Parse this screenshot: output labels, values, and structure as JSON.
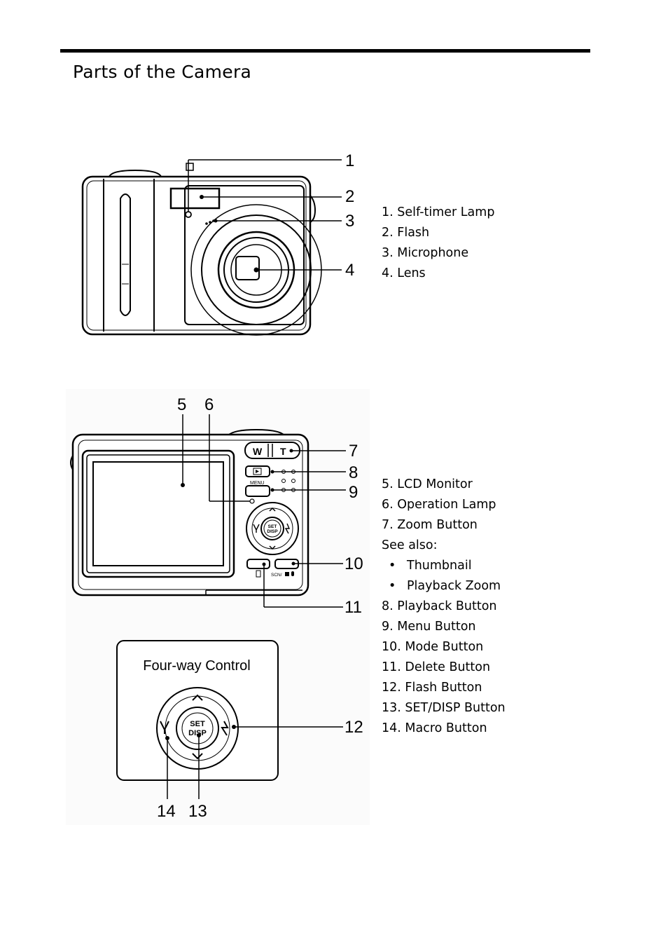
{
  "page": {
    "title": "Parts of the Camera"
  },
  "front": {
    "callouts": [
      "1",
      "2",
      "3",
      "4"
    ],
    "legend": [
      "1. Self-timer Lamp",
      "2. Flash",
      "3. Microphone",
      "4. Lens"
    ]
  },
  "back": {
    "callouts": [
      "5",
      "6",
      "7",
      "8",
      "9",
      "10",
      "11",
      "12",
      "13",
      "14"
    ],
    "button_labels": {
      "wide": "W",
      "tele": "T",
      "menu": "MENU",
      "set": "SET",
      "disp": "DISP",
      "mode": "SCN/"
    },
    "four_way_title": "Four-way Control",
    "legend": [
      {
        "text": "5. LCD Monitor"
      },
      {
        "text": "6. Operation Lamp"
      },
      {
        "text": "7. Zoom Button"
      },
      {
        "text": "See also:"
      },
      {
        "text": "Thumbnail",
        "bullet": "•"
      },
      {
        "text": "Playback Zoom",
        "bullet": "•"
      },
      {
        "text": "8. Playback Button"
      },
      {
        "text": "9. Menu Button"
      },
      {
        "text": "10. Mode Button"
      },
      {
        "text": "11. Delete Button"
      },
      {
        "text": "12. Flash Button"
      },
      {
        "text": "13. SET/DISP Button"
      },
      {
        "text": "14. Macro Button"
      }
    ]
  }
}
